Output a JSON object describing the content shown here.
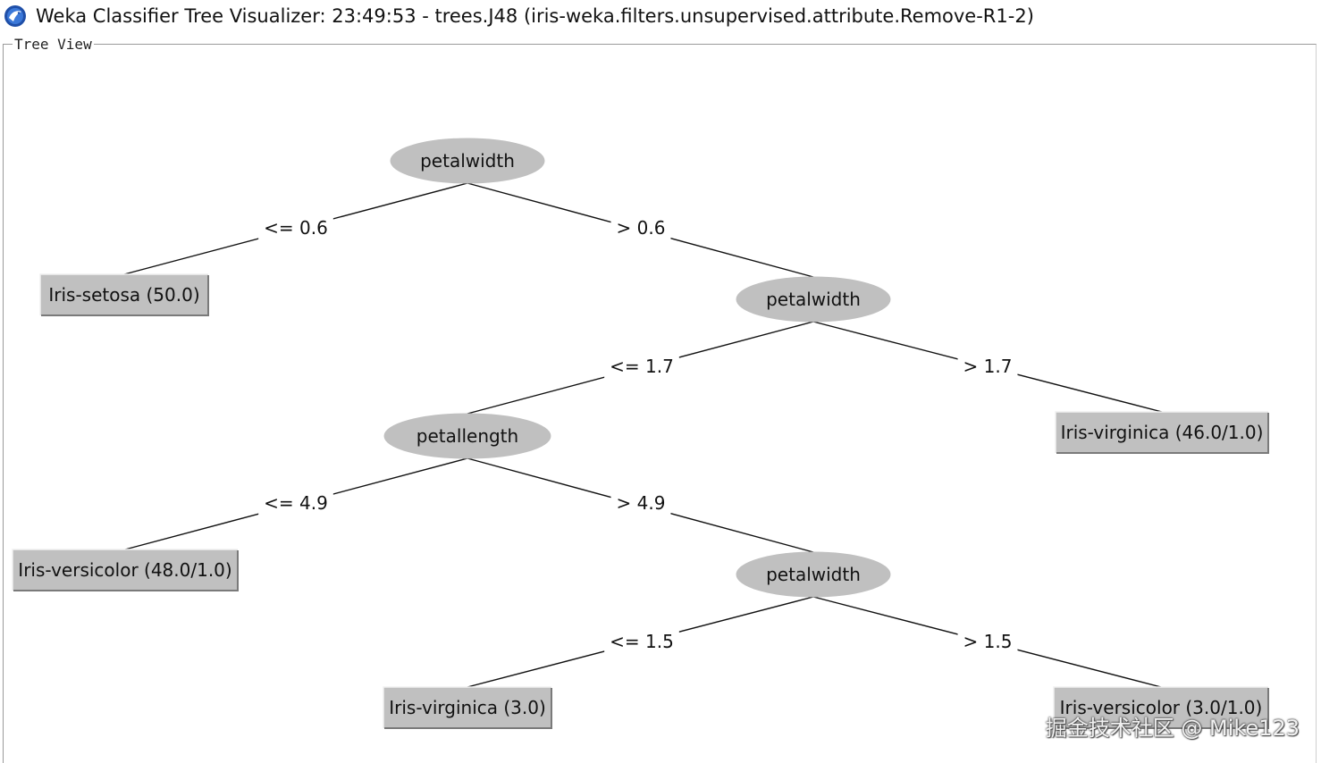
{
  "window": {
    "title": "Weka Classifier Tree Visualizer: 23:49:53 - trees.J48 (iris-weka.filters.unsupervised.attribute.Remove-R1-2)",
    "icon": "weka-bird-icon"
  },
  "panel": {
    "title": "Tree View"
  },
  "tree": {
    "nodes": [
      {
        "id": "n0",
        "kind": "split",
        "label": "petalwidth"
      },
      {
        "id": "n1",
        "kind": "leaf",
        "label": "Iris-setosa (50.0)"
      },
      {
        "id": "n2",
        "kind": "split",
        "label": "petalwidth"
      },
      {
        "id": "n3",
        "kind": "split",
        "label": "petallength"
      },
      {
        "id": "n4",
        "kind": "leaf",
        "label": "Iris-virginica (46.0/1.0)"
      },
      {
        "id": "n5",
        "kind": "leaf",
        "label": "Iris-versicolor (48.0/1.0)"
      },
      {
        "id": "n6",
        "kind": "split",
        "label": "petalwidth"
      },
      {
        "id": "n7",
        "kind": "leaf",
        "label": "Iris-virginica (3.0)"
      },
      {
        "id": "n8",
        "kind": "leaf",
        "label": "Iris-versicolor (3.0/1.0)"
      }
    ],
    "edges": [
      {
        "from": "n0",
        "to": "n1",
        "label": "<= 0.6"
      },
      {
        "from": "n0",
        "to": "n2",
        "label": "> 0.6"
      },
      {
        "from": "n2",
        "to": "n3",
        "label": "<= 1.7"
      },
      {
        "from": "n2",
        "to": "n4",
        "label": "> 1.7"
      },
      {
        "from": "n3",
        "to": "n5",
        "label": "<= 4.9"
      },
      {
        "from": "n3",
        "to": "n6",
        "label": "> 4.9"
      },
      {
        "from": "n6",
        "to": "n7",
        "label": "<= 1.5"
      },
      {
        "from": "n6",
        "to": "n8",
        "label": "> 1.5"
      }
    ]
  },
  "watermark": "掘金技术社区 @ Mike123",
  "colors": {
    "node_fill": "#c0c0c0",
    "edge": "#111111",
    "background": "#ffffff"
  }
}
